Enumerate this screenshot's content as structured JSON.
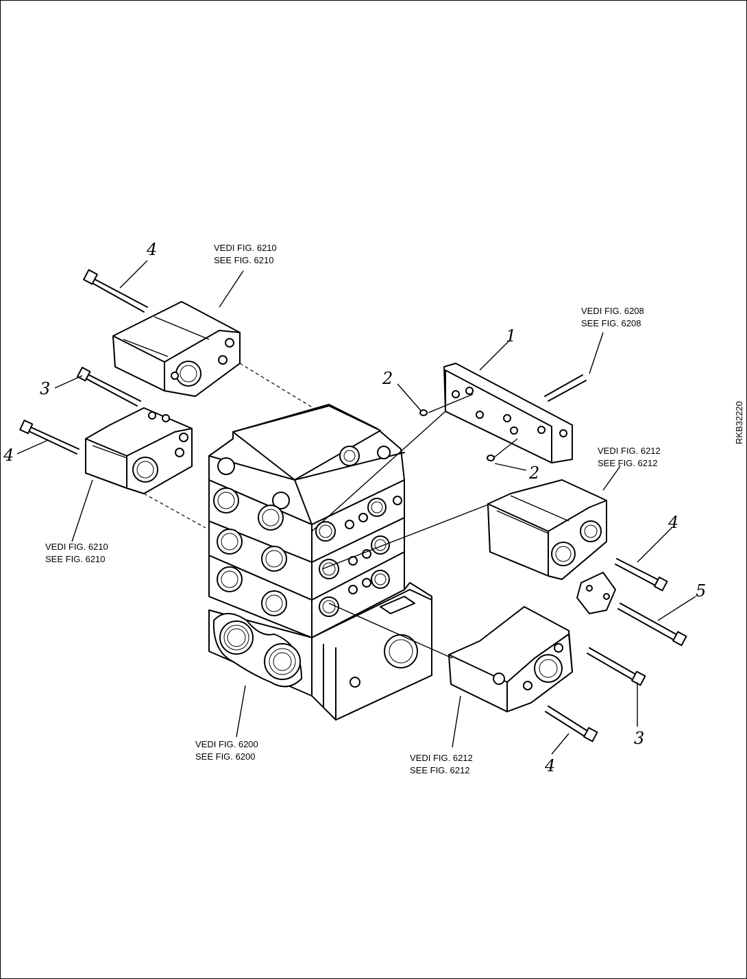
{
  "drawing_code": "RKB32220",
  "callouts": {
    "c1": "1",
    "c2a": "2",
    "c2b": "2",
    "c3a": "3",
    "c3b": "3",
    "c4a": "4",
    "c4b": "4",
    "c4c": "4",
    "c4d": "4",
    "c5": "5"
  },
  "references": {
    "top_left": {
      "line1": "VEDI FIG. 6210",
      "line2": "SEE FIG. 6210"
    },
    "left": {
      "line1": "VEDI FIG. 6210",
      "line2": "SEE FIG. 6210"
    },
    "top_right": {
      "line1": "VEDI FIG. 6208",
      "line2": "SEE FIG. 6208"
    },
    "right": {
      "line1": "VEDI FIG. 6212",
      "line2": "SEE FIG. 6212"
    },
    "bottom_center": {
      "line1": "VEDI FIG. 6200",
      "line2": "SEE FIG. 6200"
    },
    "bottom_right": {
      "line1": "VEDI FIG. 6212",
      "line2": "SEE FIG. 6212"
    }
  }
}
